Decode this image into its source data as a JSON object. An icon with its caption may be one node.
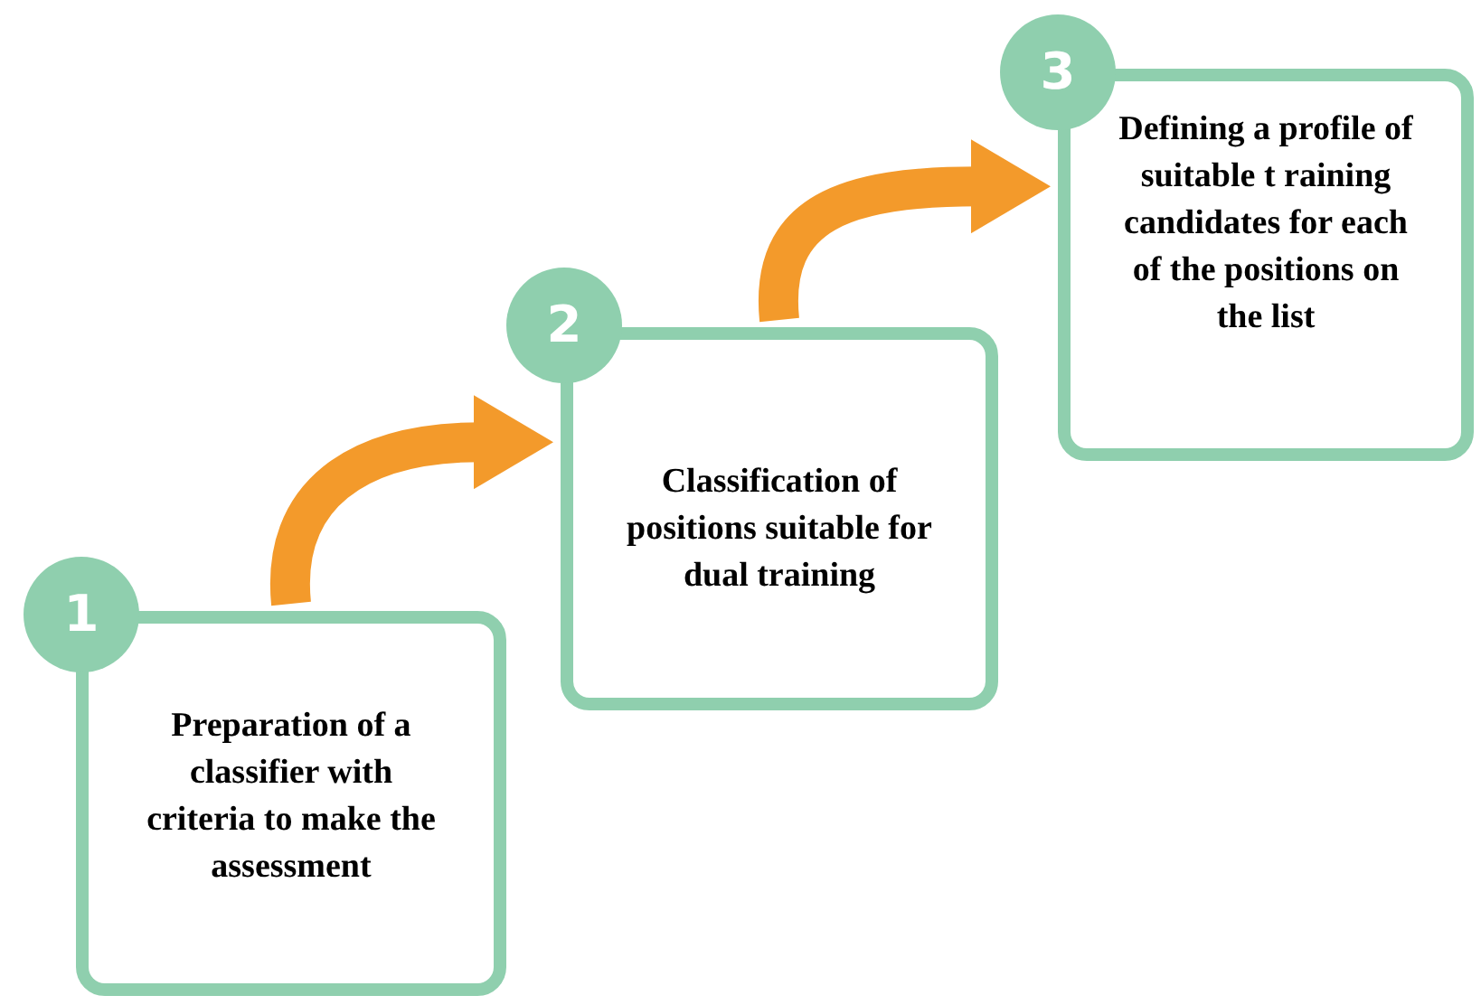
{
  "diagram": {
    "nodes": [
      {
        "text": [
          "1"
        ]
      },
      {
        "text": [
          "Preparation of a classifier with criteria to make the assessment"
        ]
      },
      {
        "text": [
          "2"
        ]
      },
      {
        "text": [
          "Classification of positions suitable for dual training"
        ]
      },
      {
        "text": [
          "3"
        ]
      },
      {
        "text": [
          "Defining a profile of suitable t raining candidates for each of the positions on the list"
        ]
      }
    ],
    "edges": [
      {
        "from": 1,
        "to": 3,
        "arrow": "to"
      },
      {
        "from": 3,
        "to": 5,
        "arrow": "to"
      }
    ]
  }
}
